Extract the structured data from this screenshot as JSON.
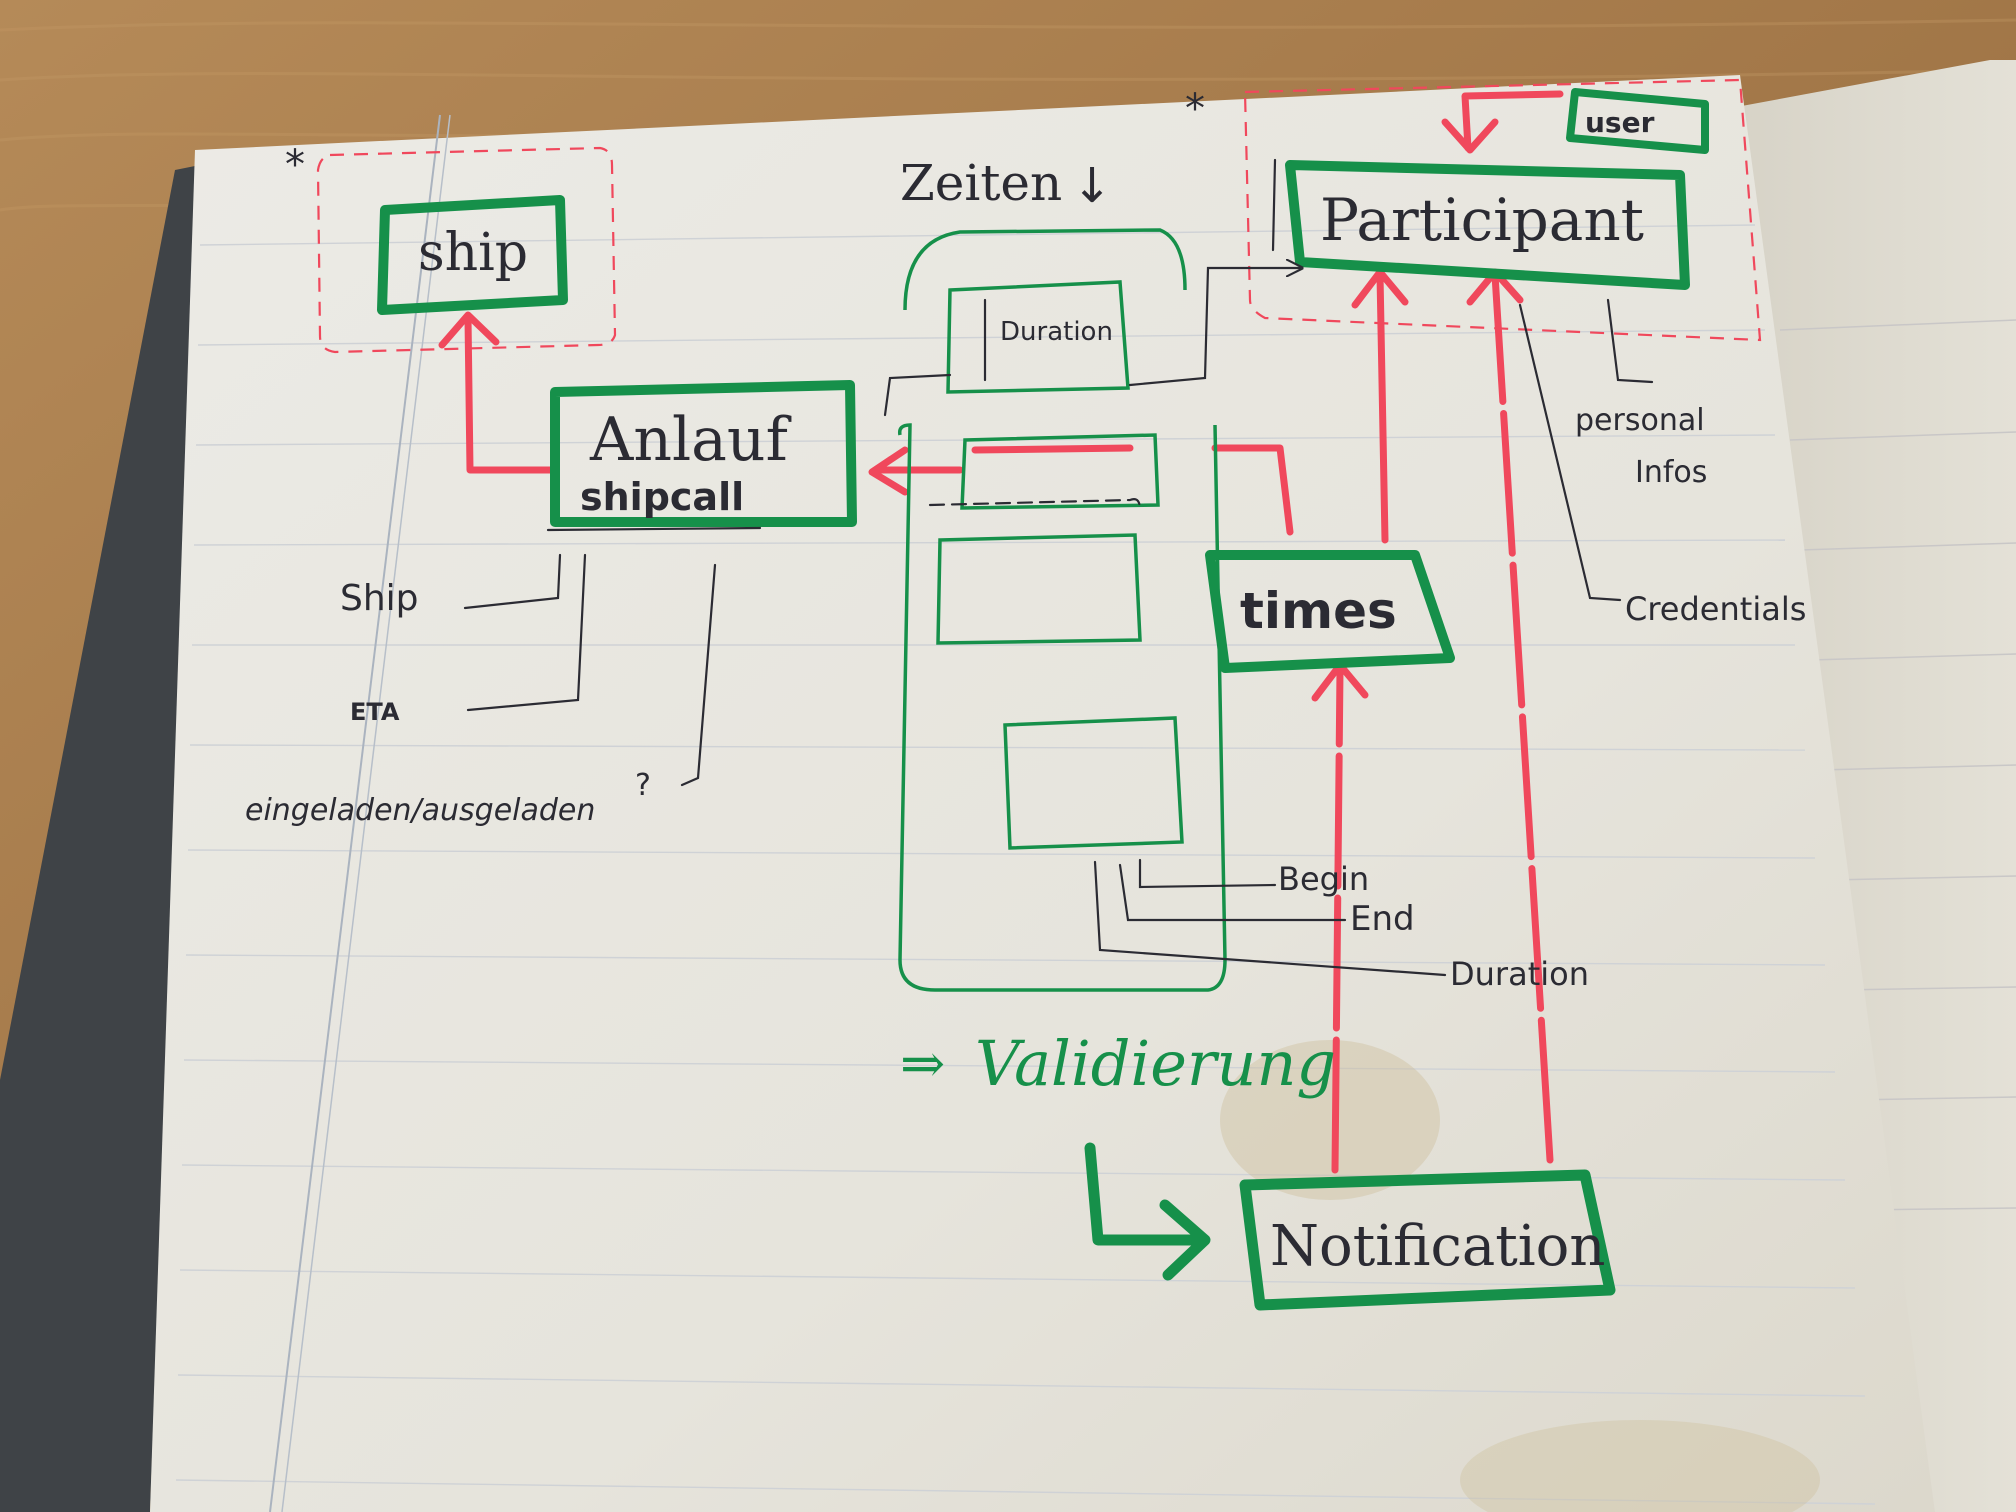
{
  "diagram": {
    "entities": {
      "ship": "ship",
      "anlauf": "Anlauf",
      "shipcall": "shipcall",
      "participant": "Participant",
      "user": "user",
      "times": "times",
      "notification": "Notification",
      "duration_box": "Duration"
    },
    "notes": {
      "zeiten": "Zeiten",
      "zeiten_arrow": "↓",
      "ship_field": "Ship",
      "eta_field": "ETA",
      "eingeladen": "eingeladen/ausgeladen",
      "question_mark": "?",
      "begin": "Begin",
      "end": "End",
      "duration": "Duration",
      "personal_infos_1": "personal",
      "personal_infos_2": "Infos",
      "credentials": "Credentials",
      "validierung_arrow": "⇒",
      "validierung": "Validierung",
      "asterisk": "*"
    }
  },
  "colors": {
    "green_marker": "#16904a",
    "red_marker": "#f0485c",
    "pencil": "#2b2b33",
    "paper": "#e8e6df",
    "desk": "#a9804f"
  }
}
